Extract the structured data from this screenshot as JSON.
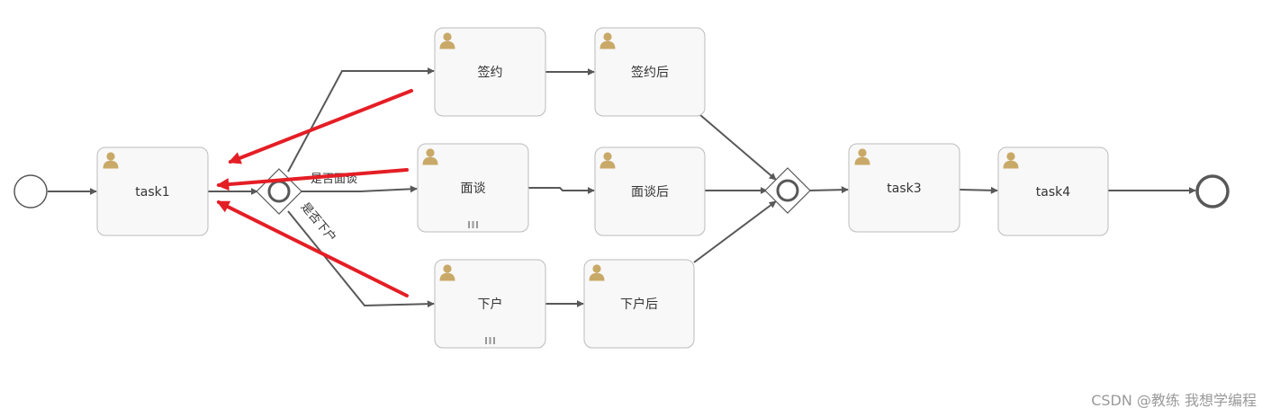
{
  "diagram": {
    "tasks": {
      "task1": "task1",
      "sign": "签约",
      "sign_after": "签约后",
      "interview": "面谈",
      "interview_after": "面谈后",
      "visit": "下户",
      "visit_after": "下户后",
      "task3": "task3",
      "task4": "task4"
    },
    "edge_labels": {
      "interview": "是否面谈",
      "visit": "是否下户"
    },
    "colors": {
      "user_icon": "#C9A968",
      "annotation_arrow": "#E41E25",
      "flow": "#585858",
      "task_border": "#BBBBBB",
      "task_fill": "#F8F8F8"
    }
  },
  "watermark": "CSDN @教练 我想学编程"
}
